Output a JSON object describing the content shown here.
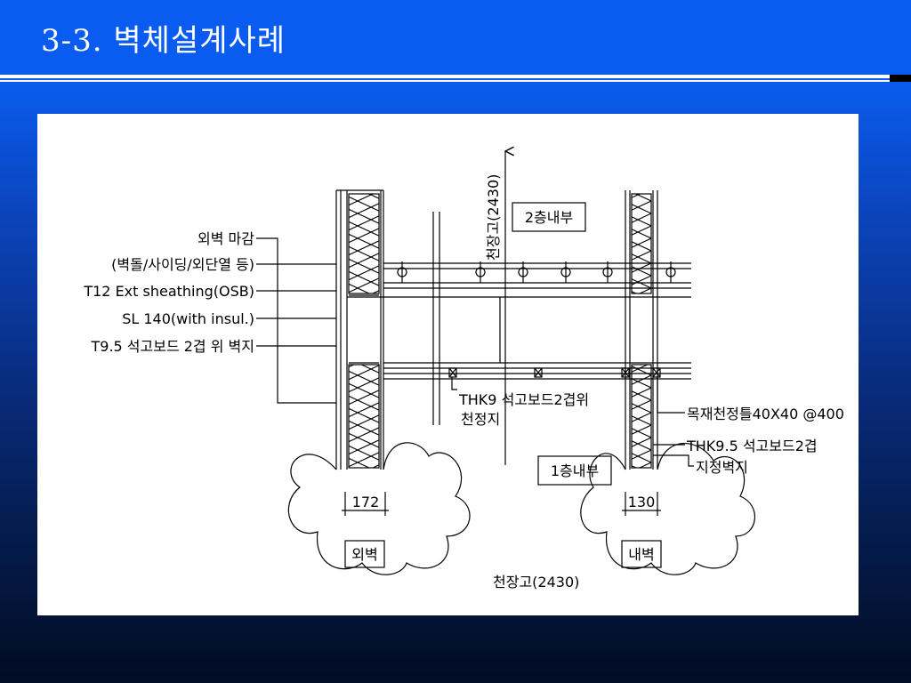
{
  "slide": {
    "title": "3-3. 벽체설계사례"
  },
  "diagram": {
    "labels": {
      "exterior_finish": "외벽 마감",
      "finish_materials": "(벽돌/사이딩/외단열 등)",
      "sheathing": "T12 Ext sheathing(OSB)",
      "stud": "SL 140(with insul.)",
      "gypsum_exterior": "T9.5 석고보드 2겹 위 벽지",
      "ceiling_board_line1": "THK9 석고보드2겹위",
      "ceiling_board_line2": "천정지",
      "ceiling_joist": "목재천정틀40X40 @400",
      "interior_board_line1": "THK9.5 석고보드2겹",
      "interior_board_line2": "지정벽지",
      "ceiling_height_vertical": "천장고(2430)",
      "ceiling_height_bottom": "천장고(2430)",
      "second_floor": "2층내부",
      "first_floor": "1층내부",
      "exterior_wall": "외벽",
      "interior_wall": "내벽"
    },
    "dimensions": {
      "exterior_thickness": "172",
      "interior_thickness": "130"
    }
  }
}
